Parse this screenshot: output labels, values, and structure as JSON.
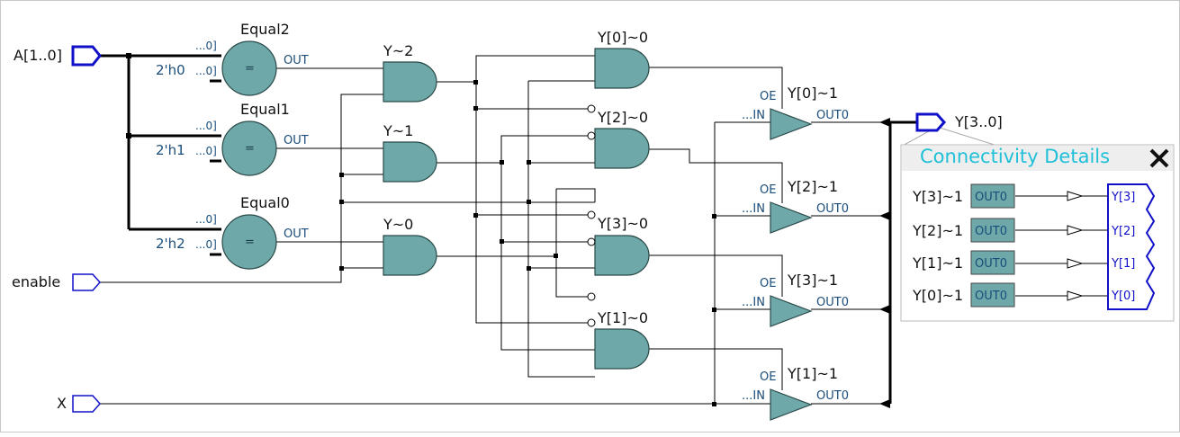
{
  "ports": {
    "a_bus": "A[1..0]",
    "enable": "enable",
    "x": "X",
    "y_bus": "Y[3..0]"
  },
  "comparators": [
    {
      "name": "Equal2",
      "in_top": "...0]",
      "in_bottom": "...0]",
      "const": "2'h0",
      "symbol": "=",
      "out": "OUT"
    },
    {
      "name": "Equal1",
      "in_top": "...0]",
      "in_bottom": "...0]",
      "const": "2'h1",
      "symbol": "=",
      "out": "OUT"
    },
    {
      "name": "Equal0",
      "in_top": "...0]",
      "in_bottom": "...0]",
      "const": "2'h2",
      "symbol": "=",
      "out": "OUT"
    }
  ],
  "and_gates_stage1": [
    "Y~2",
    "Y~1",
    "Y~0"
  ],
  "and_gates_stage2": [
    "Y[0]~0",
    "Y[2]~0",
    "Y[3]~0",
    "Y[1]~0"
  ],
  "buffers": [
    {
      "name": "Y[0]~1",
      "oe": "OE",
      "in": "...IN",
      "out": "OUT0"
    },
    {
      "name": "Y[2]~1",
      "oe": "OE",
      "in": "...IN",
      "out": "OUT0"
    },
    {
      "name": "Y[3]~1",
      "oe": "OE",
      "in": "...IN",
      "out": "OUT0"
    },
    {
      "name": "Y[1]~1",
      "oe": "OE",
      "in": "...IN",
      "out": "OUT0"
    }
  ],
  "connectivity_panel": {
    "title": "Connectivity Details",
    "close_icon": "close-x-icon",
    "rows": [
      {
        "source": "Y[3]~1",
        "pin": "OUT0",
        "target": "Y[3]"
      },
      {
        "source": "Y[2]~1",
        "pin": "OUT0",
        "target": "Y[2]"
      },
      {
        "source": "Y[1]~1",
        "pin": "OUT0",
        "target": "Y[1]"
      },
      {
        "source": "Y[0]~1",
        "pin": "OUT0",
        "target": "Y[0]"
      }
    ]
  },
  "colors": {
    "gate_fill": "#6fa8a8",
    "port_stroke": "#1010c8",
    "panel_title": "#20c0d8"
  }
}
